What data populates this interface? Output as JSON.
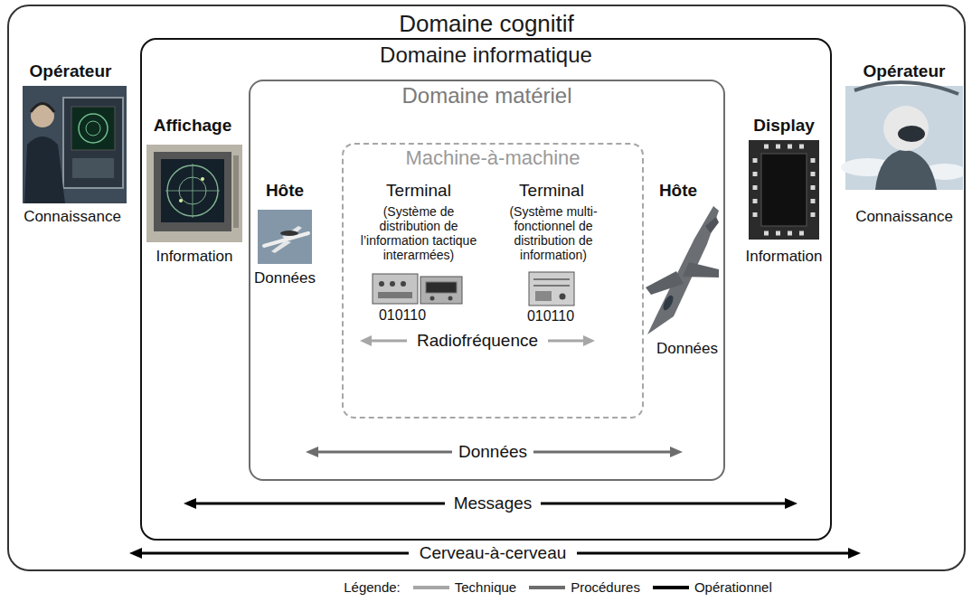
{
  "diagram": {
    "nodes": [
      {
        "text": [
          "Domaine cognitif"
        ]
      },
      {
        "text": [
          "Domaine informatique"
        ],
        "in": 0
      },
      {
        "text": [
          "Domaine matériel"
        ],
        "in": 1
      },
      {
        "text": [
          "Machine-à-machine"
        ],
        "in": 2
      }
    ],
    "labels": [
      "Opérateur",
      "Connaissance",
      "Affichage",
      "Information",
      "Hôte",
      "Données",
      "Terminal",
      "(Système de distribution de l’information tactique interarmées)",
      "010110",
      "Terminal",
      "(Système multi-fonctionnel de distribution de information)",
      "010110",
      "Radiofréquence",
      "Hôte",
      "Données",
      "Display",
      "Information",
      "Opérateur",
      "Connaissance",
      "Données",
      "Messages",
      "Cerveau-à-cerveau",
      "Légende:"
    ],
    "legend": [
      {
        "text": "Technique"
      },
      {
        "text": "Procédures"
      },
      {
        "text": "Opérationnel"
      }
    ]
  }
}
